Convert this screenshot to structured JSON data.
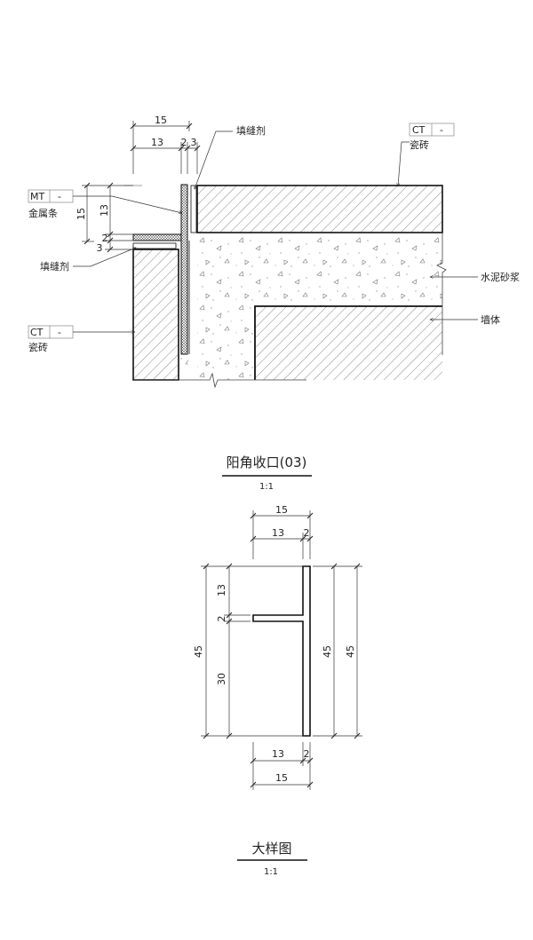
{
  "detail": {
    "title": "阳角收口(03)",
    "scale": "1:1",
    "labels": {
      "ct_code": "CT",
      "ct_dash": "-",
      "ct_name": "瓷砖",
      "mt_code": "MT",
      "mt_dash": "-",
      "mt_name": "金属条",
      "sealant": "填缝剂",
      "mortar": "水泥砂浆",
      "wall": "墙体"
    },
    "dims": {
      "top_overall": "15",
      "top_13": "13",
      "top_2": "2",
      "top_3": "3",
      "left_15": "15",
      "left_13": "13",
      "left_3": "3",
      "left_2": "2"
    }
  },
  "profile": {
    "title": "大样图",
    "scale": "1:1",
    "dims": {
      "top_15": "15",
      "top_13": "13",
      "top_2": "2",
      "left_13": "13",
      "left_2": "2",
      "left_30": "30",
      "left_45": "45",
      "right_45a": "45",
      "right_45b": "45",
      "bottom_13": "13",
      "bottom_2": "2",
      "bottom_15": "15"
    }
  }
}
